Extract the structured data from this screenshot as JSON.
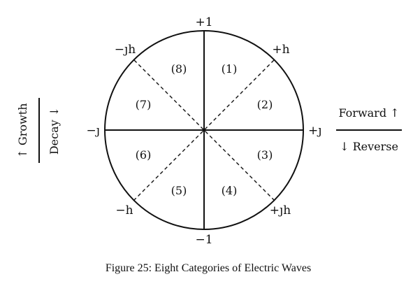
{
  "figure": {
    "caption": "Figure 25: Eight Categories of Electric Waves"
  },
  "axis_labels": {
    "top": "+1",
    "bottom": "−1",
    "left": "−ȷ",
    "right": "+ȷ",
    "upper_left": "−ȷh",
    "upper_right": "+h",
    "lower_left": "−h",
    "lower_right": "+ȷh"
  },
  "sectors": [
    "(1)",
    "(2)",
    "(3)",
    "(4)",
    "(5)",
    "(6)",
    "(7)",
    "(8)"
  ],
  "left_legend": {
    "growth": "↑ Growth",
    "decay": "Decay ↓"
  },
  "right_legend": {
    "forward": "Forward ↑",
    "reverse": "↓ Reverse"
  }
}
